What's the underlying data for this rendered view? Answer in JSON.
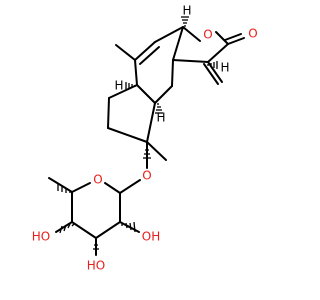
{
  "molecule": {
    "atom_labels": {
      "h_top": "H",
      "h_right": "H",
      "h_left": "H",
      "h_mid": "H",
      "o_ring": "O",
      "o_carbonyl": "O",
      "o_glycoside": "O",
      "o_pyranose": "O",
      "ho_left": "HO",
      "oh_right": "OH",
      "ho_bottom": "HO"
    },
    "colors": {
      "bond": "#000000",
      "oxygen": "#e8201b",
      "background": "#ffffff"
    }
  }
}
